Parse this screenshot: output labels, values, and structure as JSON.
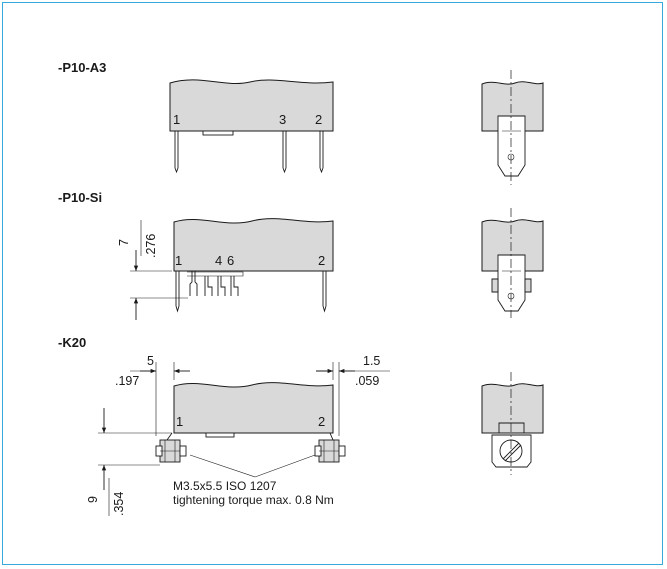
{
  "variants": [
    {
      "name": "-P10-A3",
      "pins": [
        "1",
        "3",
        "2"
      ]
    },
    {
      "name": "-P10-Si",
      "pins": [
        "1",
        "4",
        "6",
        "2"
      ],
      "height_dim": {
        "mm": "7",
        "inch": ".276"
      }
    },
    {
      "name": "-K20",
      "pins": [
        "1",
        "2"
      ],
      "left_dim": {
        "mm": "5",
        "inch": ".197"
      },
      "right_dim": {
        "mm": "1.5",
        "inch": ".059"
      },
      "height_dim": {
        "mm": "9",
        "inch": ".354"
      },
      "screw_note": "M3.5x5.5 ISO 1207",
      "torque_note": "tightening torque max. 0.8 Nm"
    }
  ],
  "colors": {
    "frame_border": "#39a9dc",
    "relay_body": "#d9d9d9"
  }
}
